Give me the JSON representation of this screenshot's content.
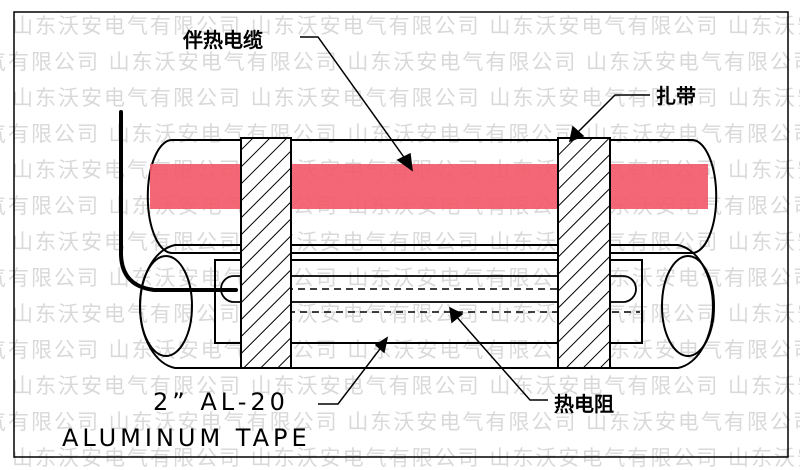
{
  "labels": {
    "heating_cable": "伴热电缆",
    "cable_tie": "扎带",
    "rtd": "热电阻",
    "tape_size": "2” AL-20",
    "tape_name": "ALUMINUM TAPE"
  },
  "watermark": {
    "text": "山东沃安电气有限公司"
  },
  "colors": {
    "cable_red": "#f25a6a",
    "line": "#000000",
    "watermark": "#d9d9d9"
  }
}
